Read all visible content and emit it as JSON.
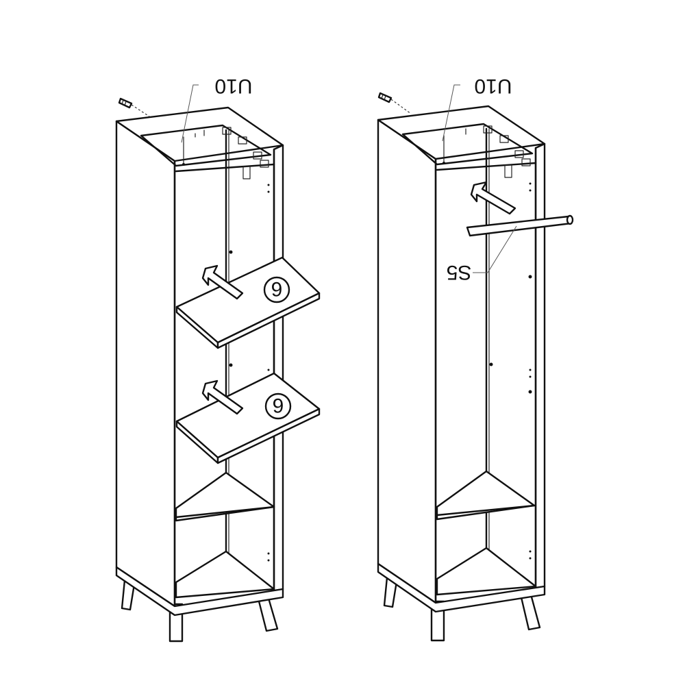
{
  "left_cabinet": {
    "top_part_label": "U10",
    "shelf_labels": [
      "6",
      "6"
    ]
  },
  "right_cabinet": {
    "top_part_label": "U10",
    "rail_label": "S5"
  }
}
